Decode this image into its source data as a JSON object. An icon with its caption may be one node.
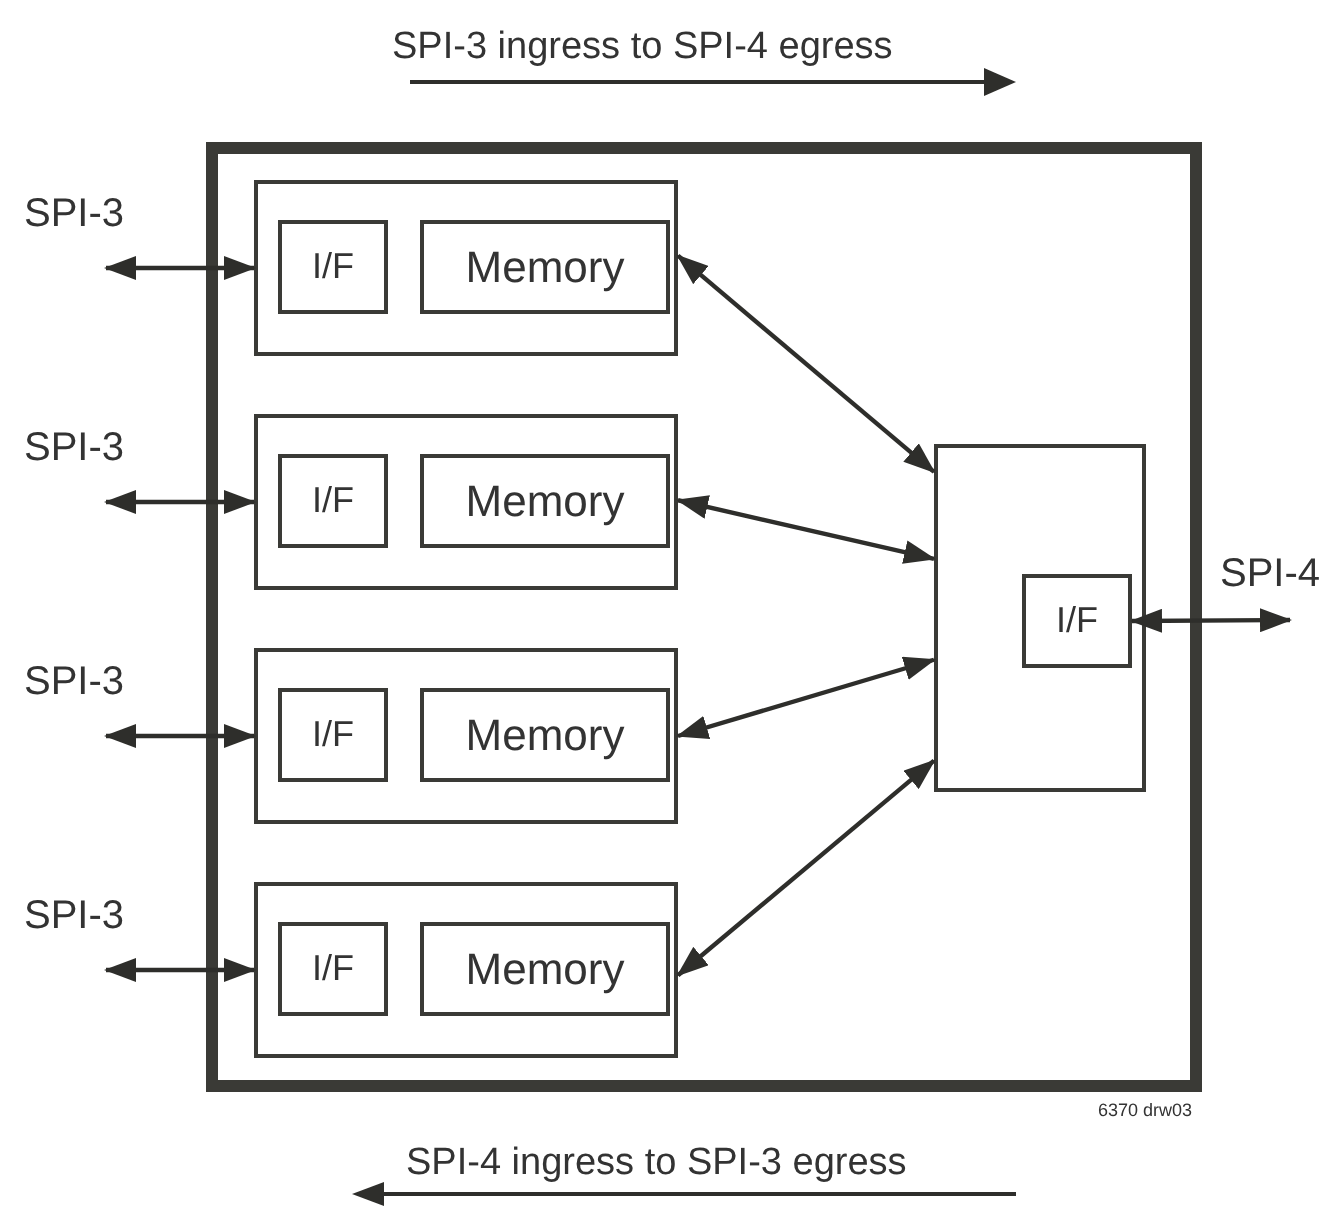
{
  "diagram": {
    "nodes": [
      {
        "text": [],
        "shape": "box"
      },
      {
        "text": [],
        "shape": "box",
        "in": 0
      },
      {
        "text": [
          "I/F"
        ],
        "in": 1
      },
      {
        "text": [
          "Memory"
        ],
        "in": 1
      },
      {
        "text": [],
        "shape": "box",
        "in": 0
      },
      {
        "text": [
          "I/F"
        ],
        "in": 4
      },
      {
        "text": [
          "Memory"
        ],
        "in": 4
      },
      {
        "text": [],
        "shape": "box",
        "in": 0
      },
      {
        "text": [
          "I/F"
        ],
        "in": 7
      },
      {
        "text": [
          "Memory"
        ],
        "in": 7
      },
      {
        "text": [],
        "shape": "box",
        "in": 0
      },
      {
        "text": [
          "I/F"
        ],
        "in": 10
      },
      {
        "text": [
          "Memory"
        ],
        "in": 10
      },
      {
        "text": [],
        "shape": "box",
        "in": 0
      },
      {
        "text": [
          "I/F"
        ],
        "in": 13
      },
      {
        "text": [
          "SPI-3"
        ]
      },
      {
        "text": [
          "SPI-3"
        ]
      },
      {
        "text": [
          "SPI-3"
        ]
      },
      {
        "text": [
          "SPI-3"
        ]
      },
      {
        "text": [
          "SPI-4"
        ]
      }
    ],
    "edges": [
      {
        "from": 15,
        "to": 1,
        "arrow": "both"
      },
      {
        "from": 16,
        "to": 4,
        "arrow": "both"
      },
      {
        "from": 17,
        "to": 7,
        "arrow": "both"
      },
      {
        "from": 18,
        "to": 10,
        "arrow": "both"
      },
      {
        "from": 1,
        "to": 13,
        "arrow": "both"
      },
      {
        "from": 4,
        "to": 13,
        "arrow": "both"
      },
      {
        "from": 7,
        "to": 13,
        "arrow": "both"
      },
      {
        "from": 10,
        "to": 13,
        "arrow": "both"
      },
      {
        "from": 14,
        "to": 19,
        "arrow": "both"
      }
    ],
    "labels": [
      "SPI-3 ingress to SPI-4 egress",
      "6370 drw03",
      "SPI-4 ingress to SPI-3 egress"
    ]
  }
}
